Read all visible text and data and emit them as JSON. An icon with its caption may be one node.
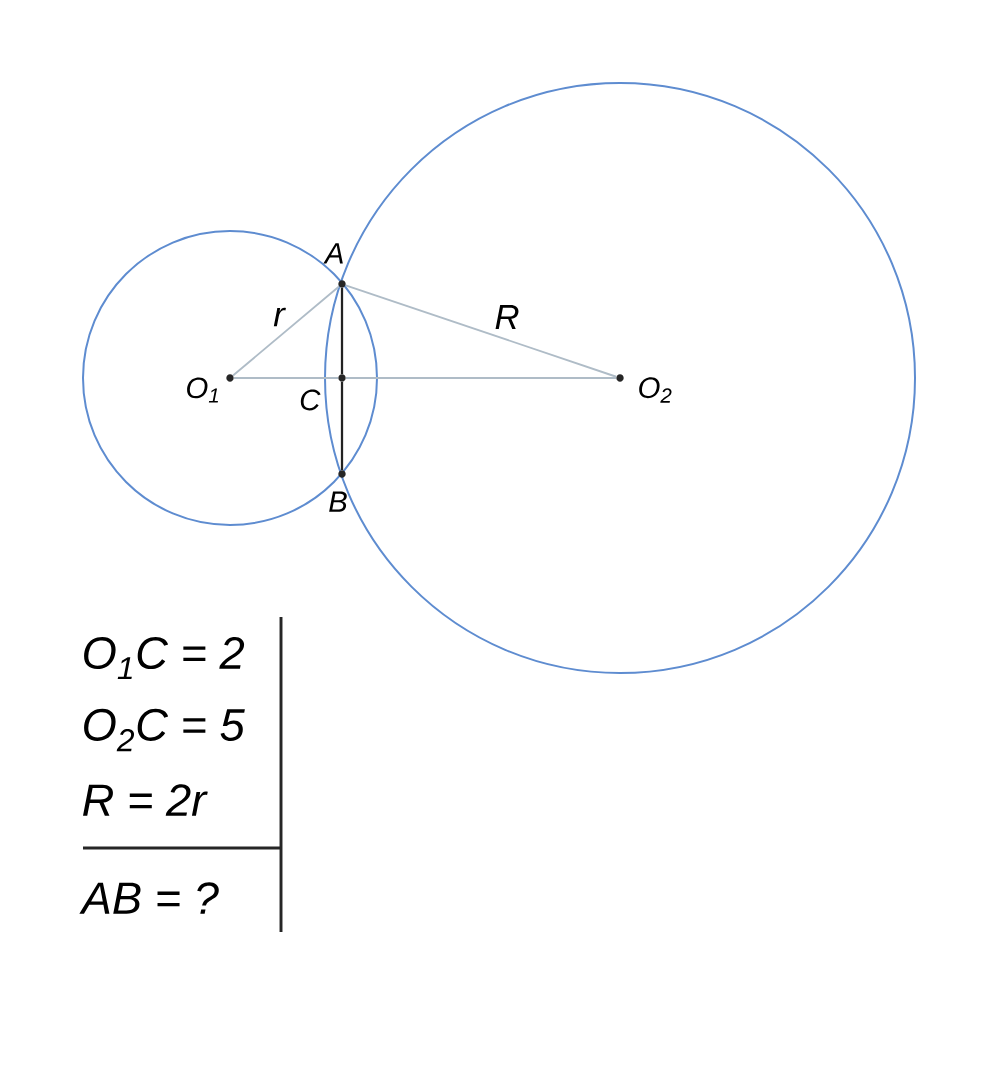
{
  "diagram": {
    "nodes": [
      {
        "text": [
          "A"
        ]
      },
      {
        "text": [
          "O$_{1}$"
        ]
      },
      {
        "text": [
          "C"
        ]
      },
      {
        "text": [
          "O$_{2}$"
        ]
      },
      {
        "text": [
          "B"
        ]
      }
    ],
    "edges": [
      {
        "from": 1,
        "to": 0,
        "arrow": "none",
        "label": "r"
      },
      {
        "from": 0,
        "to": 3,
        "arrow": "none",
        "label": "R"
      },
      {
        "from": 1,
        "to": 2,
        "arrow": "none"
      },
      {
        "from": 2,
        "to": 3,
        "arrow": "none"
      },
      {
        "from": 0,
        "to": 2,
        "arrow": "none",
        "color": "#222222"
      },
      {
        "from": 2,
        "to": 4,
        "arrow": "none",
        "color": "#222222"
      }
    ],
    "labels": [
      "O$_{1}$C = 2",
      "O$_{2}$C = 5",
      "R = 2r",
      "AB = ?"
    ]
  }
}
